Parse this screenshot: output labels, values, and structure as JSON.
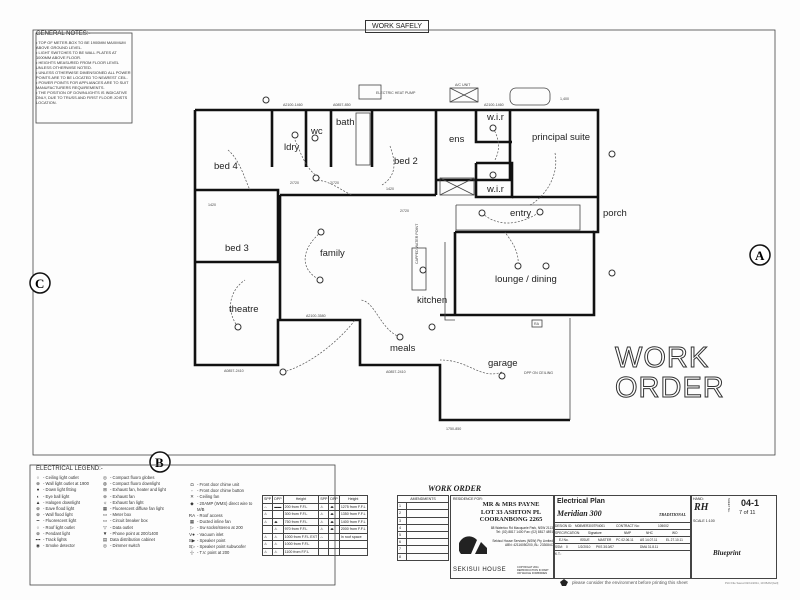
{
  "header": {
    "banner": "WORK SAFELY"
  },
  "general_notes": {
    "title": "GENERAL NOTES:-",
    "items": [
      "• Top of meter-box to be 1900mm maximum above ground level.",
      "• Light switches to be wall plates at 1000mm above floor.",
      "• Heights measured from floor level unless otherwise noted.",
      "• Unless otherwise dimensioned all power points are to be located to nearest ceil.",
      "• Power points for appliances are to suit manufacturers requirements.",
      "• The position of downlights is indicative only, due to truss and first floor joists location."
    ]
  },
  "plan": {
    "rooms": {
      "bed4": "bed 4",
      "ldry": "ldry",
      "wc": "wc",
      "bath": "bath",
      "bed2": "bed 2",
      "ens": "ens",
      "wir1": "w.i.r",
      "wir2": "w.i.r",
      "principal": "principal suite",
      "entry": "entry",
      "porch": "porch",
      "bed3": "bed 3",
      "family": "family",
      "lounge": "lounge / dining",
      "kitchen": "kitchen",
      "theatre": "theatre",
      "meals": "meals",
      "garage": "garage"
    },
    "annotations": {
      "heat_pump": "ELECTRIC HEAT PUMP",
      "ac_unit": "A/C UNIT",
      "capped_water": "CAPPED WATER POINT",
      "dpp_ceiling": "DPP ON CEILING",
      "ra": "RA",
      "h1400": "1,400",
      "d1": "A2100-1460",
      "d2": "A0857-850",
      "d3": "A2100-1460",
      "d4": "A0857-2410",
      "d5": "A2100-3580",
      "d6": "A0857-2410",
      "d7": "1750-850",
      "d8": "2/720",
      "d9": "2/720",
      "d10": "2/720",
      "d11": "1420",
      "d12": "1420"
    },
    "section_markers": {
      "a": "A",
      "b": "B",
      "c": "C"
    },
    "stamp": [
      "WORK",
      "ORDER"
    ]
  },
  "legend": {
    "title": "ELECTRICAL LEGEND:-",
    "col1": [
      {
        "sym": "○",
        "label": "- Ceiling light outlet"
      },
      {
        "sym": "⊕",
        "label": "- Wall light outlet at 1900"
      },
      {
        "sym": "●",
        "label": "- Down light fitting"
      },
      {
        "sym": "◐",
        "label": "- Eye ball light"
      },
      {
        "sym": "▲",
        "label": "- Halogen downlight"
      },
      {
        "sym": "⊗",
        "label": "- Eave flood light"
      },
      {
        "sym": "⊗",
        "label": "- Wall flood light"
      },
      {
        "sym": "━",
        "label": "- Fluorescent light"
      },
      {
        "sym": "○",
        "label": "- Roof light outlet"
      },
      {
        "sym": "⊗",
        "label": "- Pendant light"
      },
      {
        "sym": "▪▪▪",
        "label": "- Track lights"
      },
      {
        "sym": "◉",
        "label": "- Smoke detector"
      }
    ],
    "col2": [
      {
        "sym": "◎",
        "label": "- Compact fluoro globes"
      },
      {
        "sym": "◍",
        "label": "- Compact fluoro downlight"
      },
      {
        "sym": "⊞",
        "label": "- Exhaust fan, heater and light"
      },
      {
        "sym": "⊛",
        "label": "- Exhaust fan"
      },
      {
        "sym": "☼",
        "label": "- Exhaust fan light"
      },
      {
        "sym": "▦",
        "label": "- Fluorescent diffuse fan light"
      },
      {
        "sym": "▭",
        "label": "- Meter box"
      },
      {
        "sym": "▭",
        "label": "- Circuit breaker box"
      },
      {
        "sym": "▽",
        "label": "- Data outlet"
      },
      {
        "sym": "▼",
        "label": "- Phone point at 200/1400"
      },
      {
        "sym": "▤",
        "label": "Data distribution cabinet"
      },
      {
        "sym": "◎",
        "label": "- Dimmer switch"
      }
    ],
    "col3": [
      {
        "sym": "◘",
        "label": "- Front door chime unit"
      },
      {
        "sym": "◦",
        "label": "- Front door chime button"
      },
      {
        "sym": "✕",
        "label": "- Ceiling fan"
      },
      {
        "sym": "◆",
        "label": "- 20AMP (WMS) direct wire to M/B"
      },
      {
        "sym": "RA",
        "label": "- Roof access"
      },
      {
        "sym": "▦",
        "label": "- Ducted inline fan"
      },
      {
        "sym": "▷",
        "label": "- Sw socks/stereo at 200"
      },
      {
        "sym": "V●",
        "label": "- Vacuum inlet"
      },
      {
        "sym": "S▶",
        "label": "- Speaker point"
      },
      {
        "sym": "S▷",
        "label": "- Speaker point subwoofer"
      },
      {
        "sym": "-|-",
        "label": "- T.V. point at 200"
      }
    ]
  },
  "height_table": {
    "headers": [
      "SPP",
      "DPP",
      "Height",
      "SPP",
      "DPP",
      "Height"
    ],
    "rows": [
      [
        "⌓",
        "▬▬",
        "200 from F.F.L",
        "⚠",
        "⏏",
        "1275 from F.F.L"
      ],
      [
        "⚠",
        "",
        "300 from F.F.L",
        "⚠",
        "⏏",
        "1350 from F.F.L"
      ],
      [
        "⚠",
        "⏏",
        "750 from F.F.L",
        "⚠",
        "⏏",
        "1400 from F.F.L"
      ],
      [
        "",
        "⚠",
        "970 from F.F.L",
        "⚠",
        "⏏",
        "2000 from F.F.L"
      ],
      [
        "⚠",
        "⚠",
        "1000 from F.F.L EXT",
        "⌓",
        "",
        "In roof space"
      ],
      [
        "⚠",
        "⚠",
        "1000 from F.F.L",
        "",
        "",
        ""
      ],
      [
        "⚠",
        "⚠",
        "1100 from F.F.L",
        "",
        "",
        ""
      ]
    ]
  },
  "amendments": {
    "header": "AMENDMENTS",
    "rows": [
      "1",
      "2",
      "3",
      "4",
      "5",
      "6",
      "7",
      "8"
    ]
  },
  "work_order_label": "WORK ORDER",
  "residence": {
    "label": "RESIDENCE FOR:",
    "lines": [
      "MR & MRS  PAYNE",
      "LOT 33 ASHTON PL",
      "COORANBONG 2265"
    ],
    "address": [
      "88 Waterloo Rd Macquarie Park, NSW 2113",
      "Tel: (02) 8817 1400   Fax: (02) 8817 4891",
      "",
      "Sekisui House Services (NSW) Pty Limited",
      "ABN: 42116050200, BL: 233084C"
    ],
    "brand": "SEKISUI HOUSE",
    "copyright": "COPYRIGHT 2011 REPRODUCTION IN PART OR WHOLE FORBIDDEN"
  },
  "title_block": {
    "drawing_title": "Electrical Plan",
    "model": "Meridian 300",
    "style": "TRADITIONAL",
    "design_id_label": "DESIGN ID:",
    "design_id": "M08MER300TR4001",
    "contract_label": "CONTRACT No:",
    "contract_no": "105002",
    "spec_label": "SPECIFICATION:",
    "spec": "Signature",
    "cols": [
      "NMP",
      "NHC",
      "WO"
    ],
    "col_vals": [
      "PC 02.06.11",
      "AS 14.07.11",
      "EL 27.10.11"
    ],
    "col_vals2": [
      "",
      "DMA 31.8.11",
      ""
    ],
    "ej_label": "EJ No.",
    "issue_label": "ISSUE",
    "master_label": "MASTER",
    "ssm_label": "SSM:",
    "ssm": "0",
    "issue": "1/2/2010",
    "master": "PKS 3/10/07",
    "kt_label": "K.T.:"
  },
  "sheet": {
    "hand_label": "HAND:",
    "hand": "RH",
    "sheet_no_label": "SHEET No.",
    "sheet_no": "04-1",
    "of": "7 of 11",
    "scale": "SCALE 1:100",
    "stamp": "Blueprint"
  },
  "footer": {
    "message": "please consider the environment before printing this sheet",
    "file": "PLN File Saved 02/11/2011, 10:05AM [bell]"
  }
}
